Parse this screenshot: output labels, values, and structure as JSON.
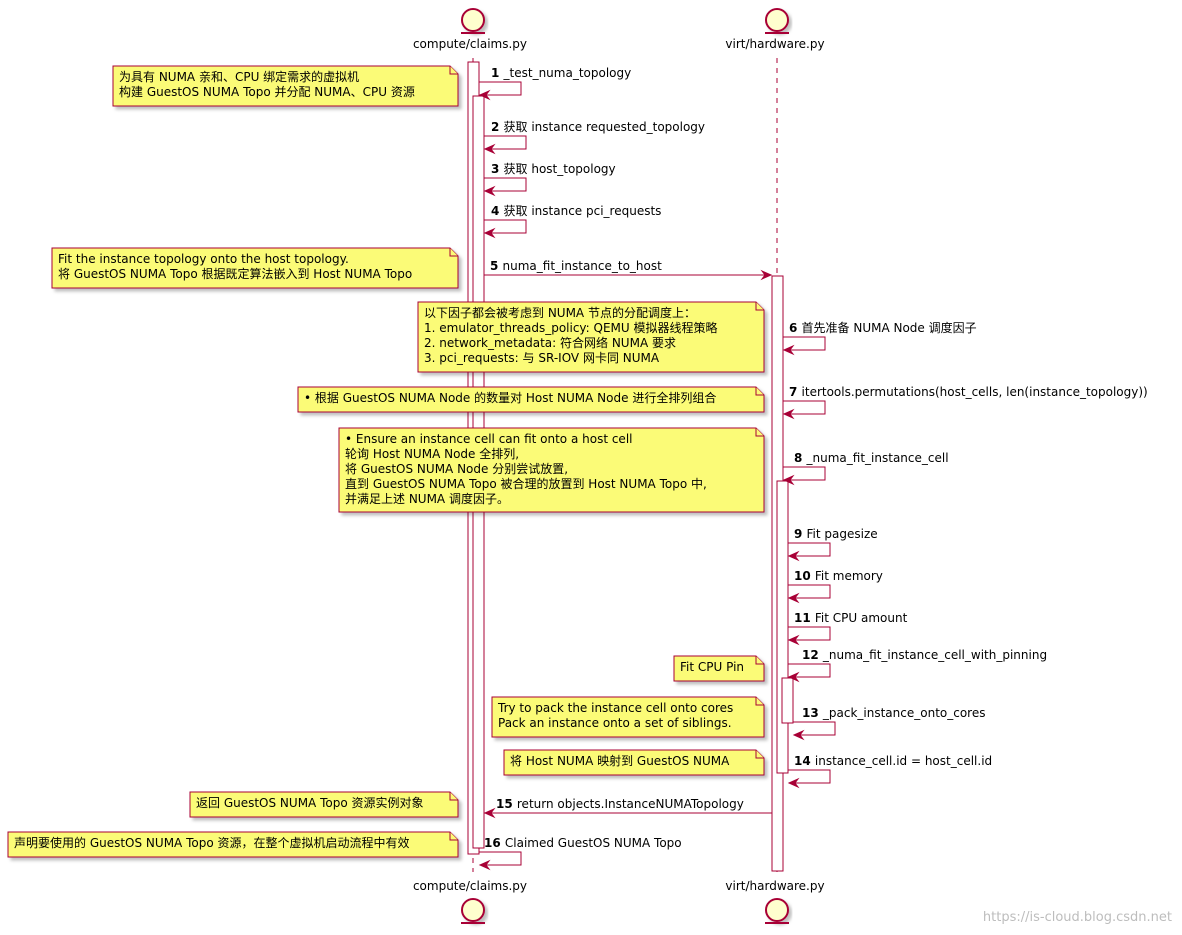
{
  "participants": [
    {
      "name": "compute/claims.py"
    },
    {
      "name": "virt/hardware.py"
    }
  ],
  "colors": {
    "line": "#a80036",
    "note_fill": "#fbfb77",
    "activation_fill": "#ffffff",
    "entity_fill": "#fefece"
  },
  "messages": [
    {
      "num": "1",
      "text": "_test_numa_topology"
    },
    {
      "num": "2",
      "text": "获取 instance requested_topology"
    },
    {
      "num": "3",
      "text": "获取 host_topology"
    },
    {
      "num": "4",
      "text": "获取 instance pci_requests"
    },
    {
      "num": "5",
      "text": "numa_fit_instance_to_host"
    },
    {
      "num": "6",
      "text": "首先准备 NUMA Node 调度因子"
    },
    {
      "num": "7",
      "text": "itertools.permutations(host_cells, len(instance_topology))"
    },
    {
      "num": "8",
      "text": "_numa_fit_instance_cell"
    },
    {
      "num": "9",
      "text": "Fit pagesize"
    },
    {
      "num": "10",
      "text": "Fit memory"
    },
    {
      "num": "11",
      "text": "Fit CPU amount"
    },
    {
      "num": "12",
      "text": "_numa_fit_instance_cell_with_pinning"
    },
    {
      "num": "13",
      "text": "_pack_instance_onto_cores"
    },
    {
      "num": "14",
      "text": "instance_cell.id = host_cell.id"
    },
    {
      "num": "15",
      "text": "return objects.InstanceNUMATopology"
    },
    {
      "num": "16",
      "text": "Claimed GuestOS NUMA Topo"
    }
  ],
  "notes": [
    {
      "lines": [
        "为具有 NUMA 亲和、CPU 绑定需求的虚拟机",
        "构建 GuestOS NUMA Topo 并分配 NUMA、CPU 资源"
      ]
    },
    {
      "lines": [
        "Fit the instance topology onto the host topology.",
        "将 GuestOS NUMA Topo 根据既定算法嵌入到 Host NUMA Topo"
      ]
    },
    {
      "lines": [
        "以下因子都会被考虑到 NUMA 节点的分配调度上：",
        "  1. emulator_threads_policy: QEMU 模拟器线程策略",
        "  2. network_metadata: 符合网络 NUMA 要求",
        "  3. pci_requests: 与 SR-IOV 网卡同 NUMA"
      ]
    },
    {
      "lines": [
        "• 根据 GuestOS NUMA Node 的数量对 Host NUMA Node 进行全排列组合"
      ]
    },
    {
      "lines": [
        "• Ensure an instance cell can fit onto a host cell",
        "轮询 Host NUMA Node 全排列,",
        "将 GuestOS NUMA Node 分别尝试放置,",
        "直到 GuestOS NUMA Topo 被合理的放置到 Host NUMA Topo 中,",
        "并满足上述 NUMA 调度因子。"
      ]
    },
    {
      "lines": [
        "Fit CPU Pin"
      ]
    },
    {
      "lines": [
        "Try to pack the instance cell onto cores",
        "Pack an instance onto a set of siblings."
      ]
    },
    {
      "lines": [
        "将 Host NUMA 映射到 GuestOS NUMA"
      ]
    },
    {
      "lines": [
        "返回 GuestOS NUMA Topo 资源实例对象"
      ]
    },
    {
      "lines": [
        "声明要使用的 GuestOS NUMA Topo 资源，在整个虚拟机启动流程中有效"
      ]
    }
  ],
  "watermark": "https://is-cloud.blog.csdn.net"
}
